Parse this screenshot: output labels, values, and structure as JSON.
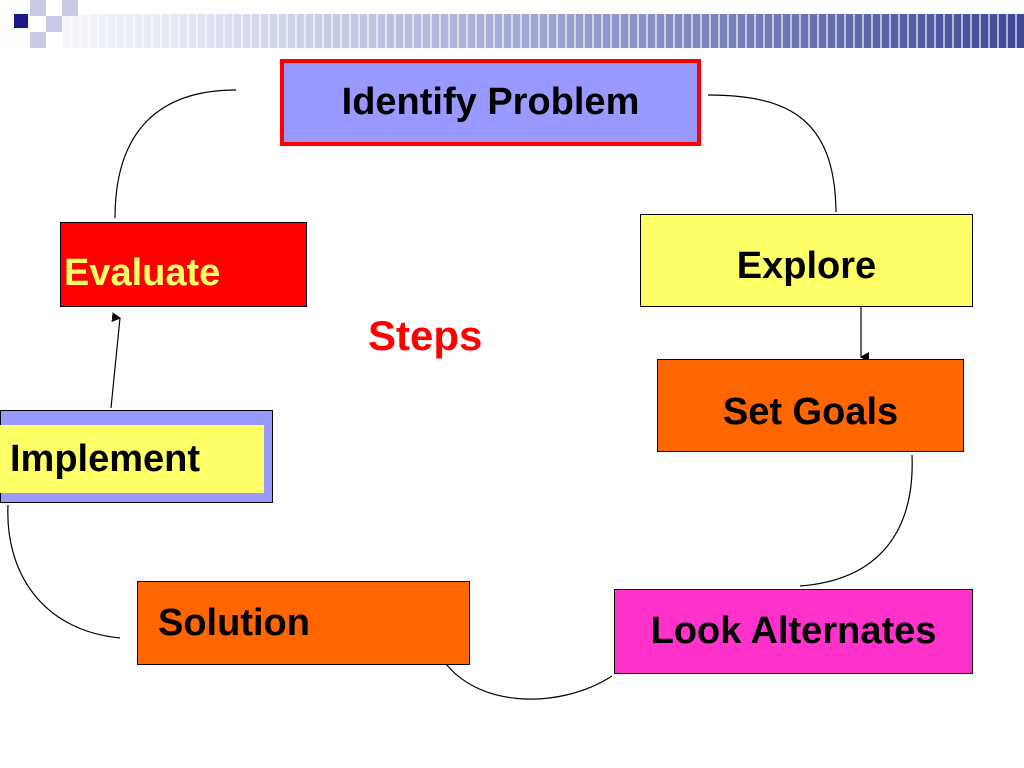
{
  "diagram": {
    "title": "Steps",
    "steps": [
      {
        "id": "identify",
        "label": "Identify Problem"
      },
      {
        "id": "explore",
        "label": "Explore"
      },
      {
        "id": "set-goals",
        "label": "Set Goals"
      },
      {
        "id": "look-alternates",
        "label": "Look Alternates"
      },
      {
        "id": "solution",
        "label": "Solution"
      },
      {
        "id": "implement",
        "label": "Implement"
      },
      {
        "id": "evaluate",
        "label": "Evaluate"
      }
    ]
  },
  "colors": {
    "header_dark": "#3f4896",
    "periwinkle": "#9999ff",
    "yellow": "#ffff66",
    "orange": "#ff6600",
    "magenta": "#ff33cc",
    "red": "#ff0000"
  },
  "icons": [
    "logo-squares-icon"
  ]
}
